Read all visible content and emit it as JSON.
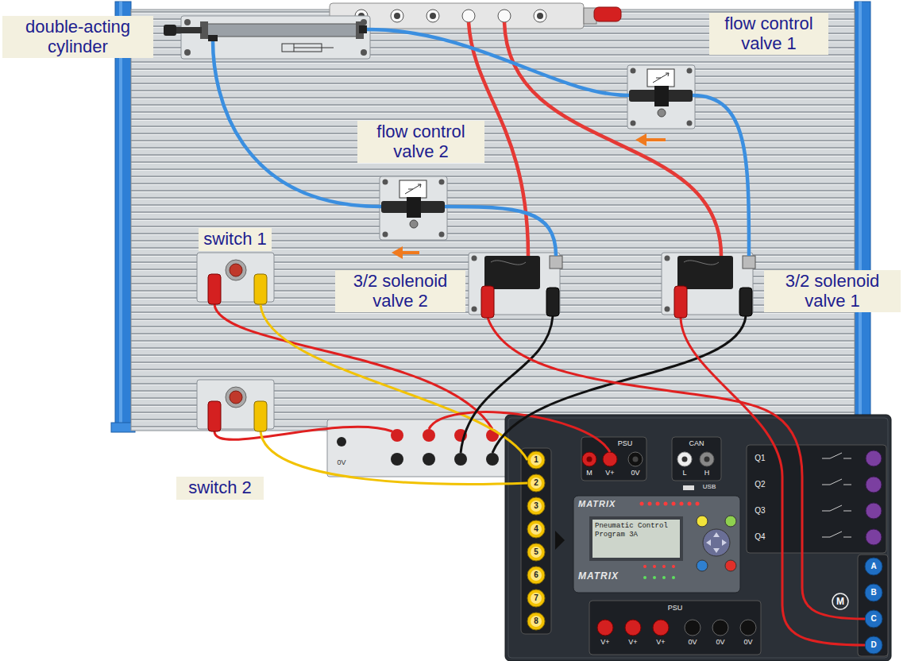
{
  "diagram": {
    "labels": [
      "double-acting cylinder",
      "flow control valve 1",
      "flow control valve 2",
      "switch 1",
      "3/2 solenoid valve 2",
      "3/2 solenoid valve 1",
      "switch 2",
      "0V",
      "1",
      "2",
      "3",
      "4",
      "5",
      "6",
      "7",
      "8",
      "M",
      "V+",
      "0V",
      "PSU",
      "CAN",
      "L",
      "H",
      "USB",
      "Q1",
      "Q2",
      "Q3",
      "Q4",
      "A",
      "B",
      "C",
      "D",
      "MATRIX",
      "Pneumatic Control Program 3A",
      "MATRIX",
      "PSU",
      "V+",
      "V+",
      "V+",
      "0V",
      "0V",
      "0V",
      "M"
    ]
  }
}
